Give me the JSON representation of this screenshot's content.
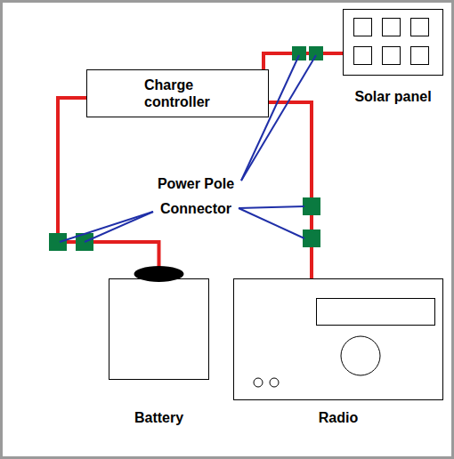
{
  "diagram": {
    "nodes": [
      {
        "text": [
          "Charge controller"
        ]
      },
      {
        "text": [
          "Solar panel"
        ]
      },
      {
        "text": [
          "Battery"
        ]
      },
      {
        "text": [
          "Radio"
        ]
      }
    ],
    "edges": [
      {
        "from": 0,
        "to": 1,
        "arrow": "none"
      },
      {
        "from": 0,
        "to": 2,
        "arrow": "none"
      },
      {
        "from": 0,
        "to": 3,
        "arrow": "none"
      }
    ],
    "labels": [
      "Power Pole Connector"
    ]
  }
}
